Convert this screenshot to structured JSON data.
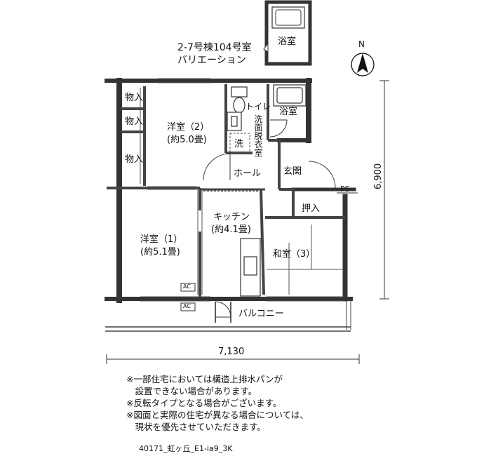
{
  "header": {
    "unit_title": "2-7号棟104号室",
    "variation": "バリエーション"
  },
  "compass": {
    "north": "N"
  },
  "rooms": {
    "storage1": "物入",
    "storage2": "物入",
    "storage3": "物入",
    "western2_name": "洋室（2）",
    "western2_size": "(約5.0畳)",
    "toilet": "トイレ",
    "washroom_vertical": "洗面脱衣室",
    "wash_machine": "洗",
    "bath": "浴室",
    "bath_variation": "浴室",
    "hall": "ホール",
    "entrance": "玄関",
    "ps": "PS",
    "oshiire": "押入",
    "kitchen_name": "キッチン",
    "kitchen_size": "(約4.1畳)",
    "western1_name": "洋室（1）",
    "western1_size": "(約5.1畳)",
    "japanese3": "和室（3）",
    "ac1": "AC",
    "ac2": "AC",
    "balcony": "バルコニー"
  },
  "dimensions": {
    "width": "7,130",
    "depth": "6,900"
  },
  "notes": [
    "※一部住宅においては構造上排水パンが",
    "　設置できない場合があります。",
    "※反転タイプとなる場合がございます。",
    "※図面と実際の住宅が異なる場合については、",
    "　現状を優先させていただきます。"
  ],
  "footer_code": "40171_虹ヶ丘_E1-ia9_3K"
}
